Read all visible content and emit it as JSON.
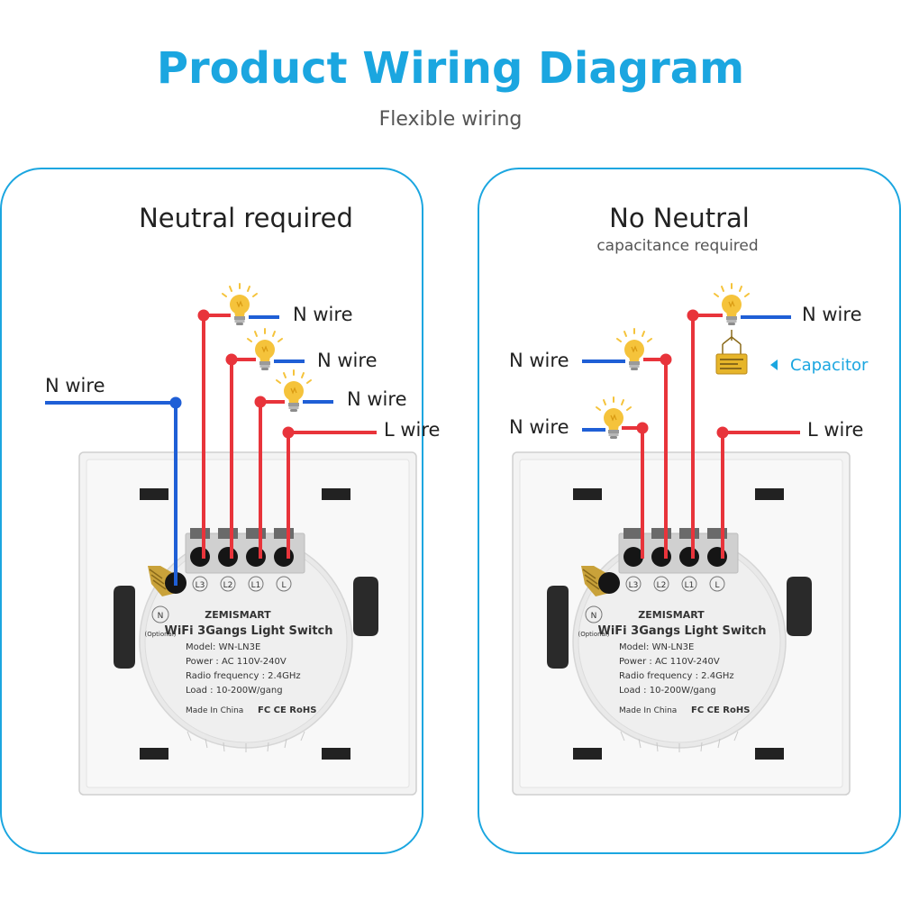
{
  "header": {
    "title": "Product Wiring Diagram",
    "subtitle": "Flexible wiring"
  },
  "panels": [
    {
      "heading": "Neutral required",
      "wire_labels": [
        "N wire",
        "N wire",
        "N wire",
        "L wire",
        "N wire"
      ]
    },
    {
      "heading": "No Neutral",
      "subheading": "capacitance required",
      "wire_labels": [
        "N wire",
        "N wire",
        "N wire",
        "L wire"
      ],
      "capacitor_label": "Capacitor"
    }
  ],
  "switch_label": {
    "brand": "ZEMISMART",
    "product": "WiFi 3Gangs Light Switch",
    "model": "Model:  WN-LN3E",
    "power": "Power : AC 110V-240V",
    "radio": "Radio frequency : 2.4GHz",
    "load": "Load : 10-200W/gang",
    "origin": "Made In China",
    "certs": "FC CE RoHS",
    "terminals": [
      "L3",
      "L2",
      "L1",
      "L"
    ],
    "neutral_terminal": "N",
    "optional": "(Optional)"
  },
  "colors": {
    "accent": "#1ba6e0",
    "live_wire": "#e8343b",
    "neutral_wire": "#1f5fd6",
    "bulb": "#f5c33b",
    "capacitor": "#e6b52a"
  },
  "icons": [
    "light-bulb-icon",
    "capacitor-icon",
    "arrow-left-icon"
  ]
}
